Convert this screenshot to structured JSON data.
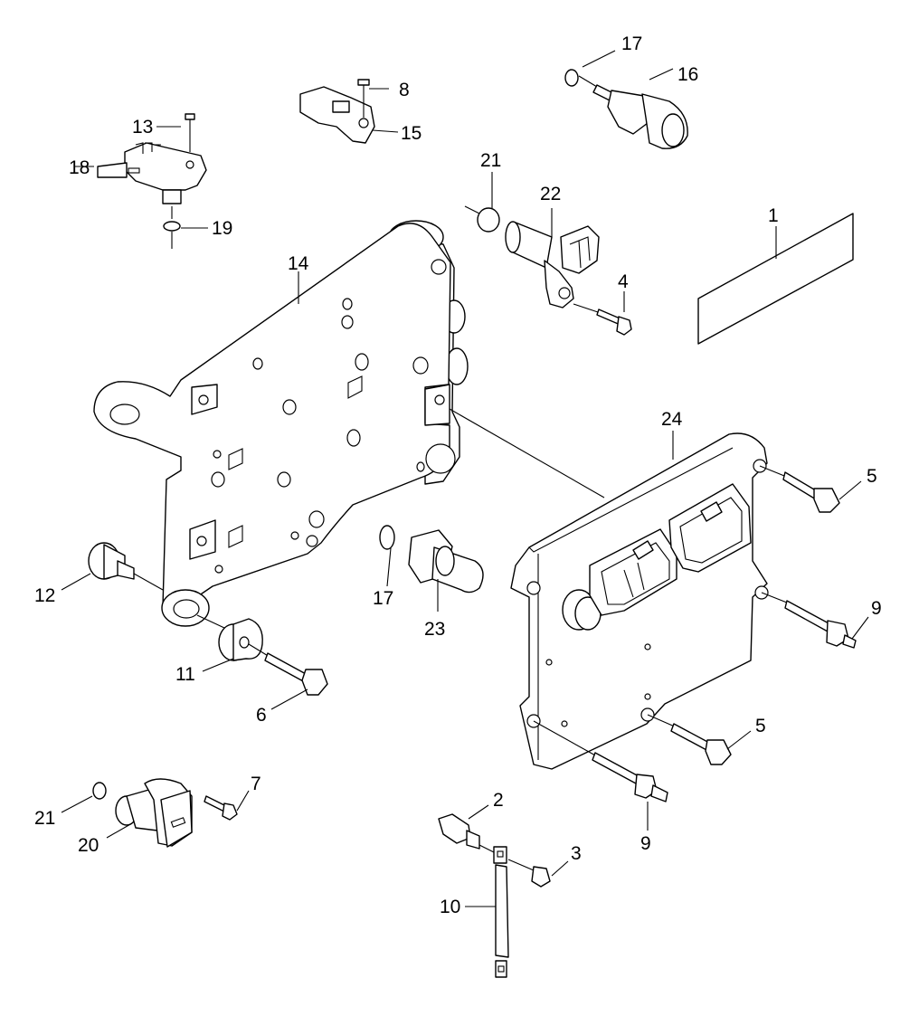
{
  "diagram": {
    "callouts": [
      {
        "id": "c1",
        "text": "1"
      },
      {
        "id": "c2",
        "text": "2"
      },
      {
        "id": "c3",
        "text": "3"
      },
      {
        "id": "c4",
        "text": "4"
      },
      {
        "id": "c5a",
        "text": "5"
      },
      {
        "id": "c5b",
        "text": "5"
      },
      {
        "id": "c6",
        "text": "6"
      },
      {
        "id": "c7",
        "text": "7"
      },
      {
        "id": "c8",
        "text": "8"
      },
      {
        "id": "c9a",
        "text": "9"
      },
      {
        "id": "c9b",
        "text": "9"
      },
      {
        "id": "c10",
        "text": "10"
      },
      {
        "id": "c11",
        "text": "11"
      },
      {
        "id": "c12",
        "text": "12"
      },
      {
        "id": "c13",
        "text": "13"
      },
      {
        "id": "c14",
        "text": "14"
      },
      {
        "id": "c15",
        "text": "15"
      },
      {
        "id": "c16",
        "text": "16"
      },
      {
        "id": "c17a",
        "text": "17"
      },
      {
        "id": "c17b",
        "text": "17"
      },
      {
        "id": "c18",
        "text": "18"
      },
      {
        "id": "c19",
        "text": "19"
      },
      {
        "id": "c20",
        "text": "20"
      },
      {
        "id": "c21a",
        "text": "21"
      },
      {
        "id": "c21b",
        "text": "21"
      },
      {
        "id": "c22",
        "text": "22"
      },
      {
        "id": "c23",
        "text": "23"
      },
      {
        "id": "c24",
        "text": "24"
      }
    ]
  }
}
